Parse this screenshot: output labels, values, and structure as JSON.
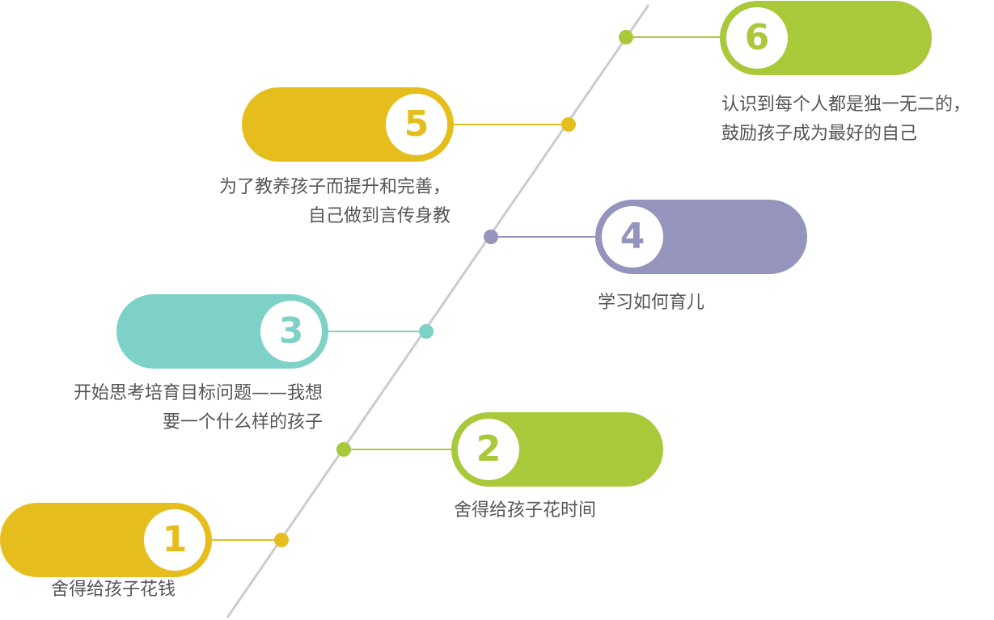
{
  "colors": {
    "yellow": "#E5BE1E",
    "green": "#A9C83A",
    "teal": "#7DD1C6",
    "purple": "#9494BC",
    "timeline": "#CCCCCC",
    "text": "#555555"
  },
  "steps": [
    {
      "number": "1",
      "color": "#E5BE1E",
      "lines": [
        "舍得给孩子花钱"
      ]
    },
    {
      "number": "2",
      "color": "#A9C83A",
      "lines": [
        "舍得给孩子花时间"
      ]
    },
    {
      "number": "3",
      "color": "#7DD1C6",
      "lines": [
        "开始思考培育目标问题——我想",
        "要一个什么样的孩子"
      ]
    },
    {
      "number": "4",
      "color": "#9494BC",
      "lines": [
        "学习如何育儿"
      ]
    },
    {
      "number": "5",
      "color": "#E5BE1E",
      "lines": [
        "为了教养孩子而提升和完善，",
        "自己做到言传身教"
      ]
    },
    {
      "number": "6",
      "color": "#A9C83A",
      "lines": [
        "认识到每个人都是独一无二的，",
        "鼓励孩子成为最好的自己"
      ]
    }
  ]
}
